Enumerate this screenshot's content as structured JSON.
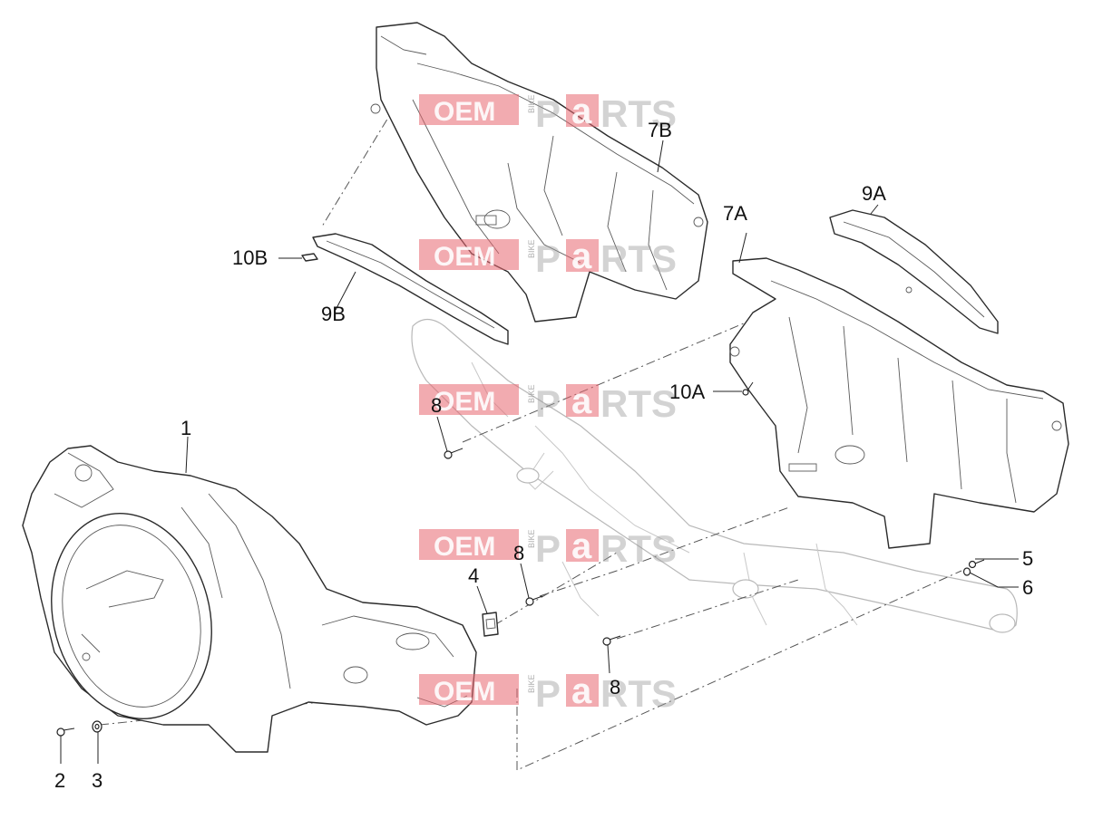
{
  "callouts": {
    "c1": "1",
    "c2": "2",
    "c3": "3",
    "c4": "4",
    "c5": "5",
    "c6": "6",
    "c7a": "7A",
    "c7b": "7B",
    "c8a": "8",
    "c8b": "8",
    "c8c": "8",
    "c9a": "9A",
    "c9b": "9B",
    "c10a": "10A",
    "c10b": "10B"
  },
  "watermark": {
    "oem": "OEM",
    "bike": "BIKE",
    "p": "P",
    "a": "a",
    "rts": "RTS"
  },
  "colors": {
    "watermark_red": "#e8666f",
    "watermark_gray": "#9e9e9e",
    "line": "#2b2b2b"
  }
}
